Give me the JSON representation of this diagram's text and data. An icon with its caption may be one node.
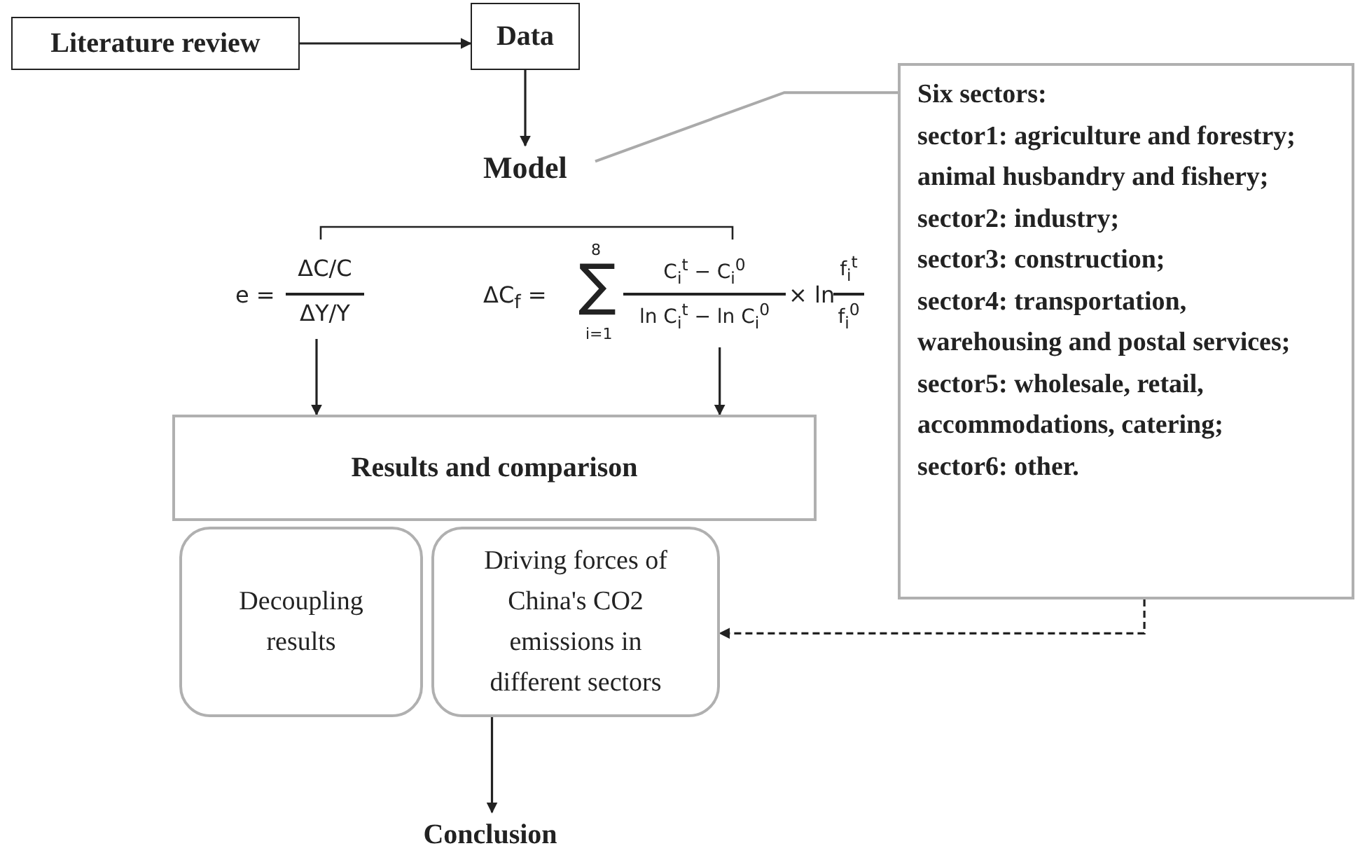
{
  "diagram": {
    "nodes": [
      {
        "text": [
          "Literature review"
        ]
      },
      {
        "text": [
          "Data"
        ]
      },
      {
        "text": [
          "Model"
        ]
      },
      {
        "text": [
          "e =",
          "ΔC/C",
          "ΔY/Y"
        ]
      },
      {
        "text": [
          "ΔC$_{f}$ =",
          "8",
          "∑",
          "i=1",
          "C$_{i}$$^{t}$ − C$_{i}$$^{0}$",
          "ln C$_{i}$$^{t}$ − ln C$_{i}$$^{0}$",
          "× ln",
          "f$_{i}$$^{t}$",
          "f$_{i}$$^{0}$"
        ]
      },
      {
        "text": [
          "Results and comparison"
        ]
      },
      {
        "text": [
          "Decoupling results"
        ]
      },
      {
        "text": [
          "Driving forces of China's CO2 emissions in different sectors"
        ]
      },
      {
        "text": [
          "Conclusion"
        ]
      },
      {
        "text": [
          "Six sectors:",
          "sector1: agriculture and forestry; animal husbandry and fishery;",
          "sector2: industry;",
          "sector3: construction;",
          "sector4: transportation, warehousing and postal services;",
          "sector5: wholesale, retail, accommodations, catering;",
          "sector6: other."
        ]
      }
    ],
    "edges": [
      {
        "from": 0,
        "to": 1,
        "arrow": "to"
      },
      {
        "from": 1,
        "to": 2,
        "arrow": "to"
      },
      {
        "from": 2,
        "to": 9,
        "arrow": "none",
        "color": "#aaaaaa"
      },
      {
        "from": 3,
        "to": 5,
        "arrow": "to"
      },
      {
        "from": 4,
        "to": 5,
        "arrow": "to"
      },
      {
        "from": 7,
        "to": 8,
        "arrow": "to"
      },
      {
        "from": 9,
        "to": 7,
        "arrow": "to",
        "style": "dashed"
      }
    ]
  }
}
